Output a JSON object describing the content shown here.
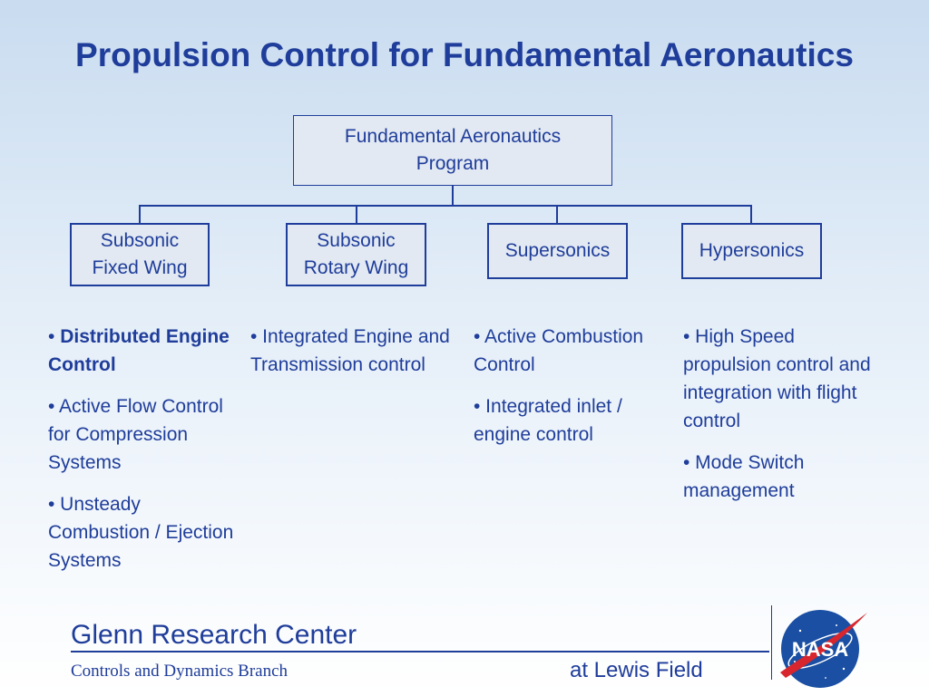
{
  "title": "Propulsion Control for Fundamental Aeronautics",
  "root": {
    "line1": "Fundamental Aeronautics",
    "line2": "Program"
  },
  "branches": [
    {
      "line1": "Subsonic",
      "line2": "Fixed Wing"
    },
    {
      "line1": "Subsonic",
      "line2": "Rotary Wing"
    },
    {
      "line1": "Supersonics"
    },
    {
      "line1": "Hypersonics"
    }
  ],
  "columns": [
    {
      "items": [
        {
          "prefix": "• ",
          "bold": "Distributed Engine Control"
        },
        {
          "text": "• Active Flow Control for Compression Systems"
        },
        {
          "text": "• Unsteady Combustion / Ejection Systems"
        }
      ]
    },
    {
      "items": [
        {
          "text": "• Integrated Engine and Transmission control"
        }
      ]
    },
    {
      "items": [
        {
          "text": "• Active Combustion Control"
        },
        {
          "text": "• Integrated inlet / engine control"
        }
      ]
    },
    {
      "items": [
        {
          "text": "• High Speed propulsion control and integration with flight control"
        },
        {
          "text": "• Mode Switch management"
        }
      ]
    }
  ],
  "footer": {
    "center": "Glenn Research Center",
    "branch": "Controls and Dynamics Branch",
    "location": "at Lewis Field",
    "logo_text": "NASA"
  },
  "colors": {
    "primary": "#1f3d9a",
    "box_fill": "#e2e9f2",
    "logo_blue": "#1a4fa3",
    "logo_red": "#d7262e"
  }
}
